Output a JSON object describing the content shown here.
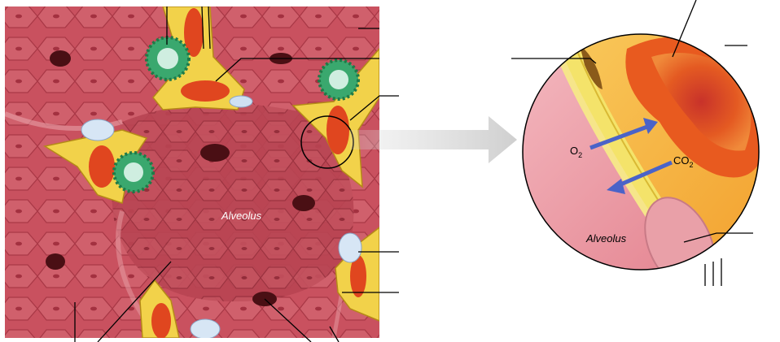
{
  "diagram": {
    "left_panel": {
      "label": "Alveolus"
    },
    "right_panel": {
      "label": "Alveolus",
      "gas_in": {
        "base": "O",
        "sub": "2"
      },
      "gas_out": {
        "base": "CO",
        "sub": "2"
      }
    },
    "colors": {
      "tissue": "#c8505e",
      "tissue_light": "#e4828c",
      "cell_border": "#9e2f3c",
      "capillary_wall": "#f2d24a",
      "red_cell": "#e0461f",
      "macrophage": "#3aa86e",
      "arrow_blue": "#4a63c8",
      "plasma": "#f7b640",
      "leader_line": "#000000"
    }
  }
}
